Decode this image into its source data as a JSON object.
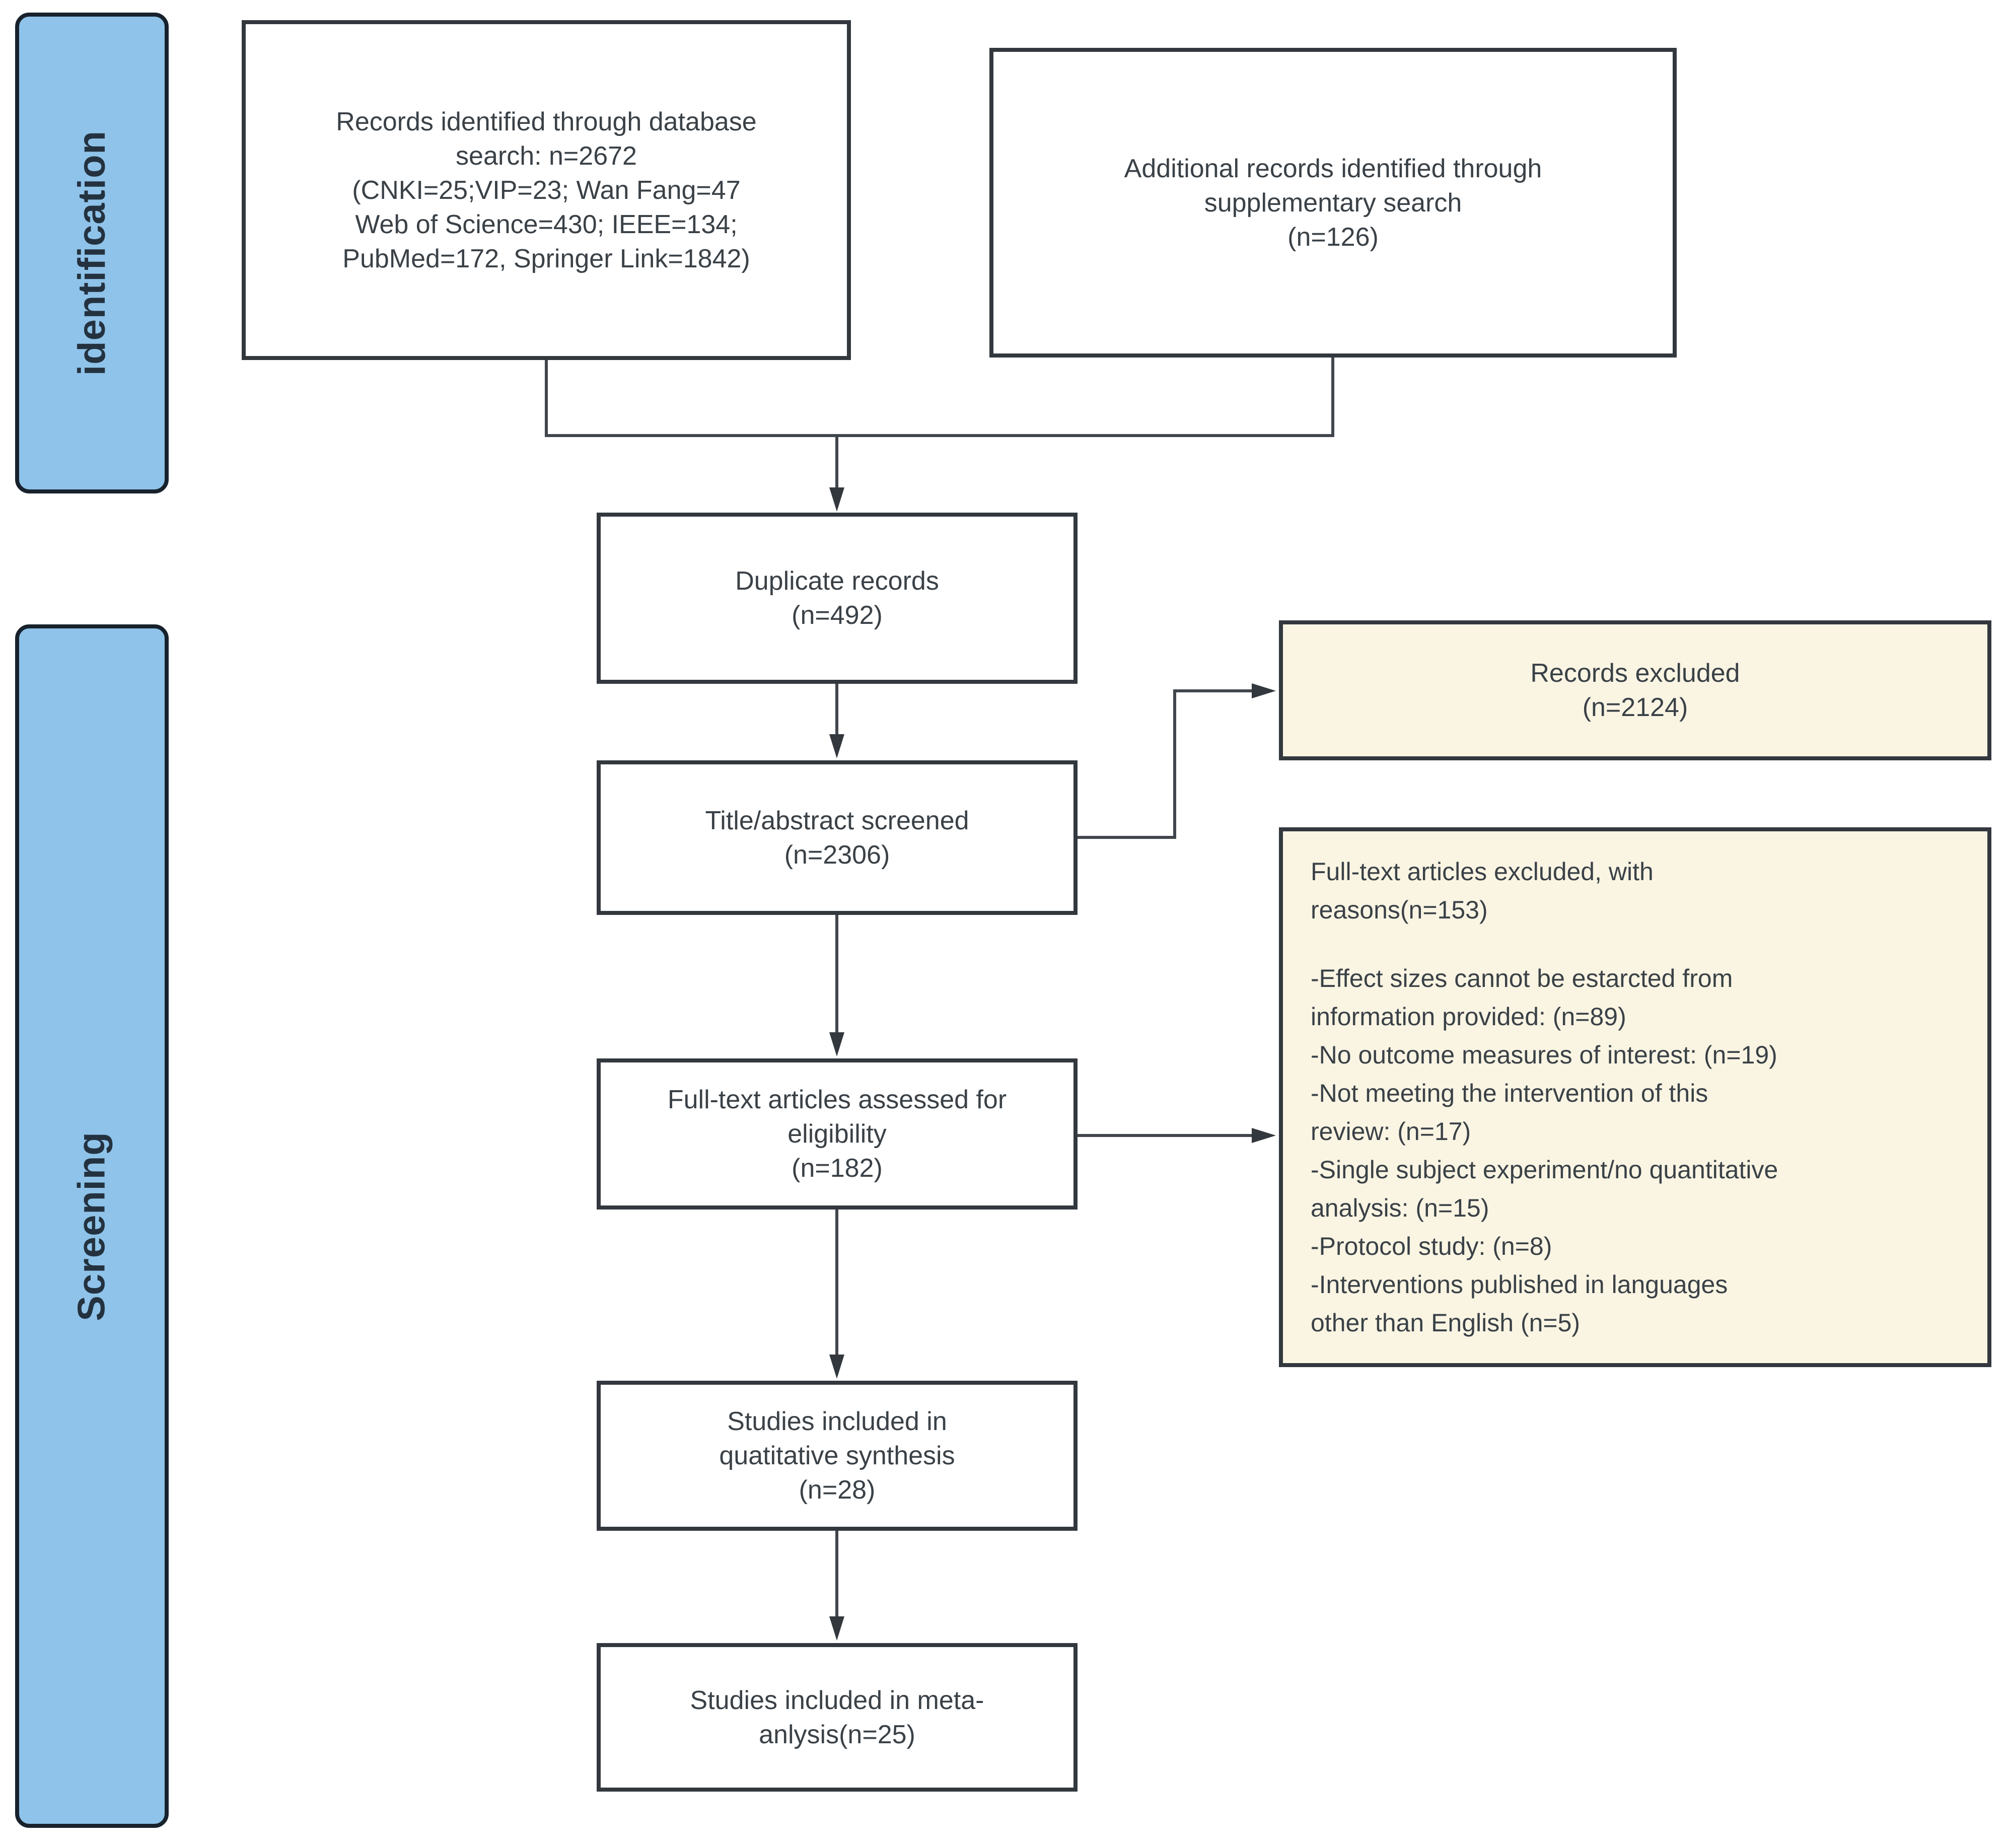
{
  "stages": {
    "identification": "identification",
    "screening": "Screening"
  },
  "boxes": {
    "records_identified": {
      "lines": [
        "Records identified through database",
        "search: n=2672",
        "(CNKI=25;VIP=23; Wan Fang=47",
        "Web of Science=430; IEEE=134;",
        "PubMed=172, Springer Link=1842)"
      ]
    },
    "additional_records": {
      "lines": [
        "Additional records identified through",
        "supplementary search",
        "(n=126)"
      ]
    },
    "duplicate_records": {
      "lines": [
        "Duplicate records",
        "(n=492)"
      ]
    },
    "title_abstract_screened": {
      "lines": [
        "Title/abstract screened",
        "(n=2306)"
      ]
    },
    "records_excluded": {
      "lines": [
        "Records excluded",
        "(n=2124)"
      ]
    },
    "fulltext_assessed": {
      "lines": [
        "Full-text articles assessed for",
        "eligibility",
        "(n=182)"
      ]
    },
    "fulltext_excluded": {
      "title_lines": [
        "Full-text articles excluded, with",
        "reasons(n=153)"
      ],
      "reason_lines": [
        "-Effect sizes cannot be estarcted from",
        "information provided: (n=89)",
        "-No outcome measures of interest: (n=19)",
        "-Not meeting the intervention of this",
        "review: (n=17)",
        "-Single subject experiment/no quantitative",
        "analysis: (n=15)",
        "-Protocol study: (n=8)",
        "-Interventions published in languages",
        "other than English (n=5)"
      ]
    },
    "quantitative_synthesis": {
      "lines": [
        "Studies included in",
        "quatitative synthesis",
        "(n=28)"
      ]
    },
    "meta_analysis": {
      "lines": [
        "Studies included in meta-",
        "anlysis(n=25)"
      ]
    }
  },
  "colors": {
    "stage_fill": "#8FC3E9",
    "stage_border": "#17222C",
    "node_fill": "#FFFFFF",
    "node_border": "#33383E",
    "excluded_fill": "#FAF5E3",
    "line_color": "#41464D",
    "text_color": "#3A4147"
  }
}
